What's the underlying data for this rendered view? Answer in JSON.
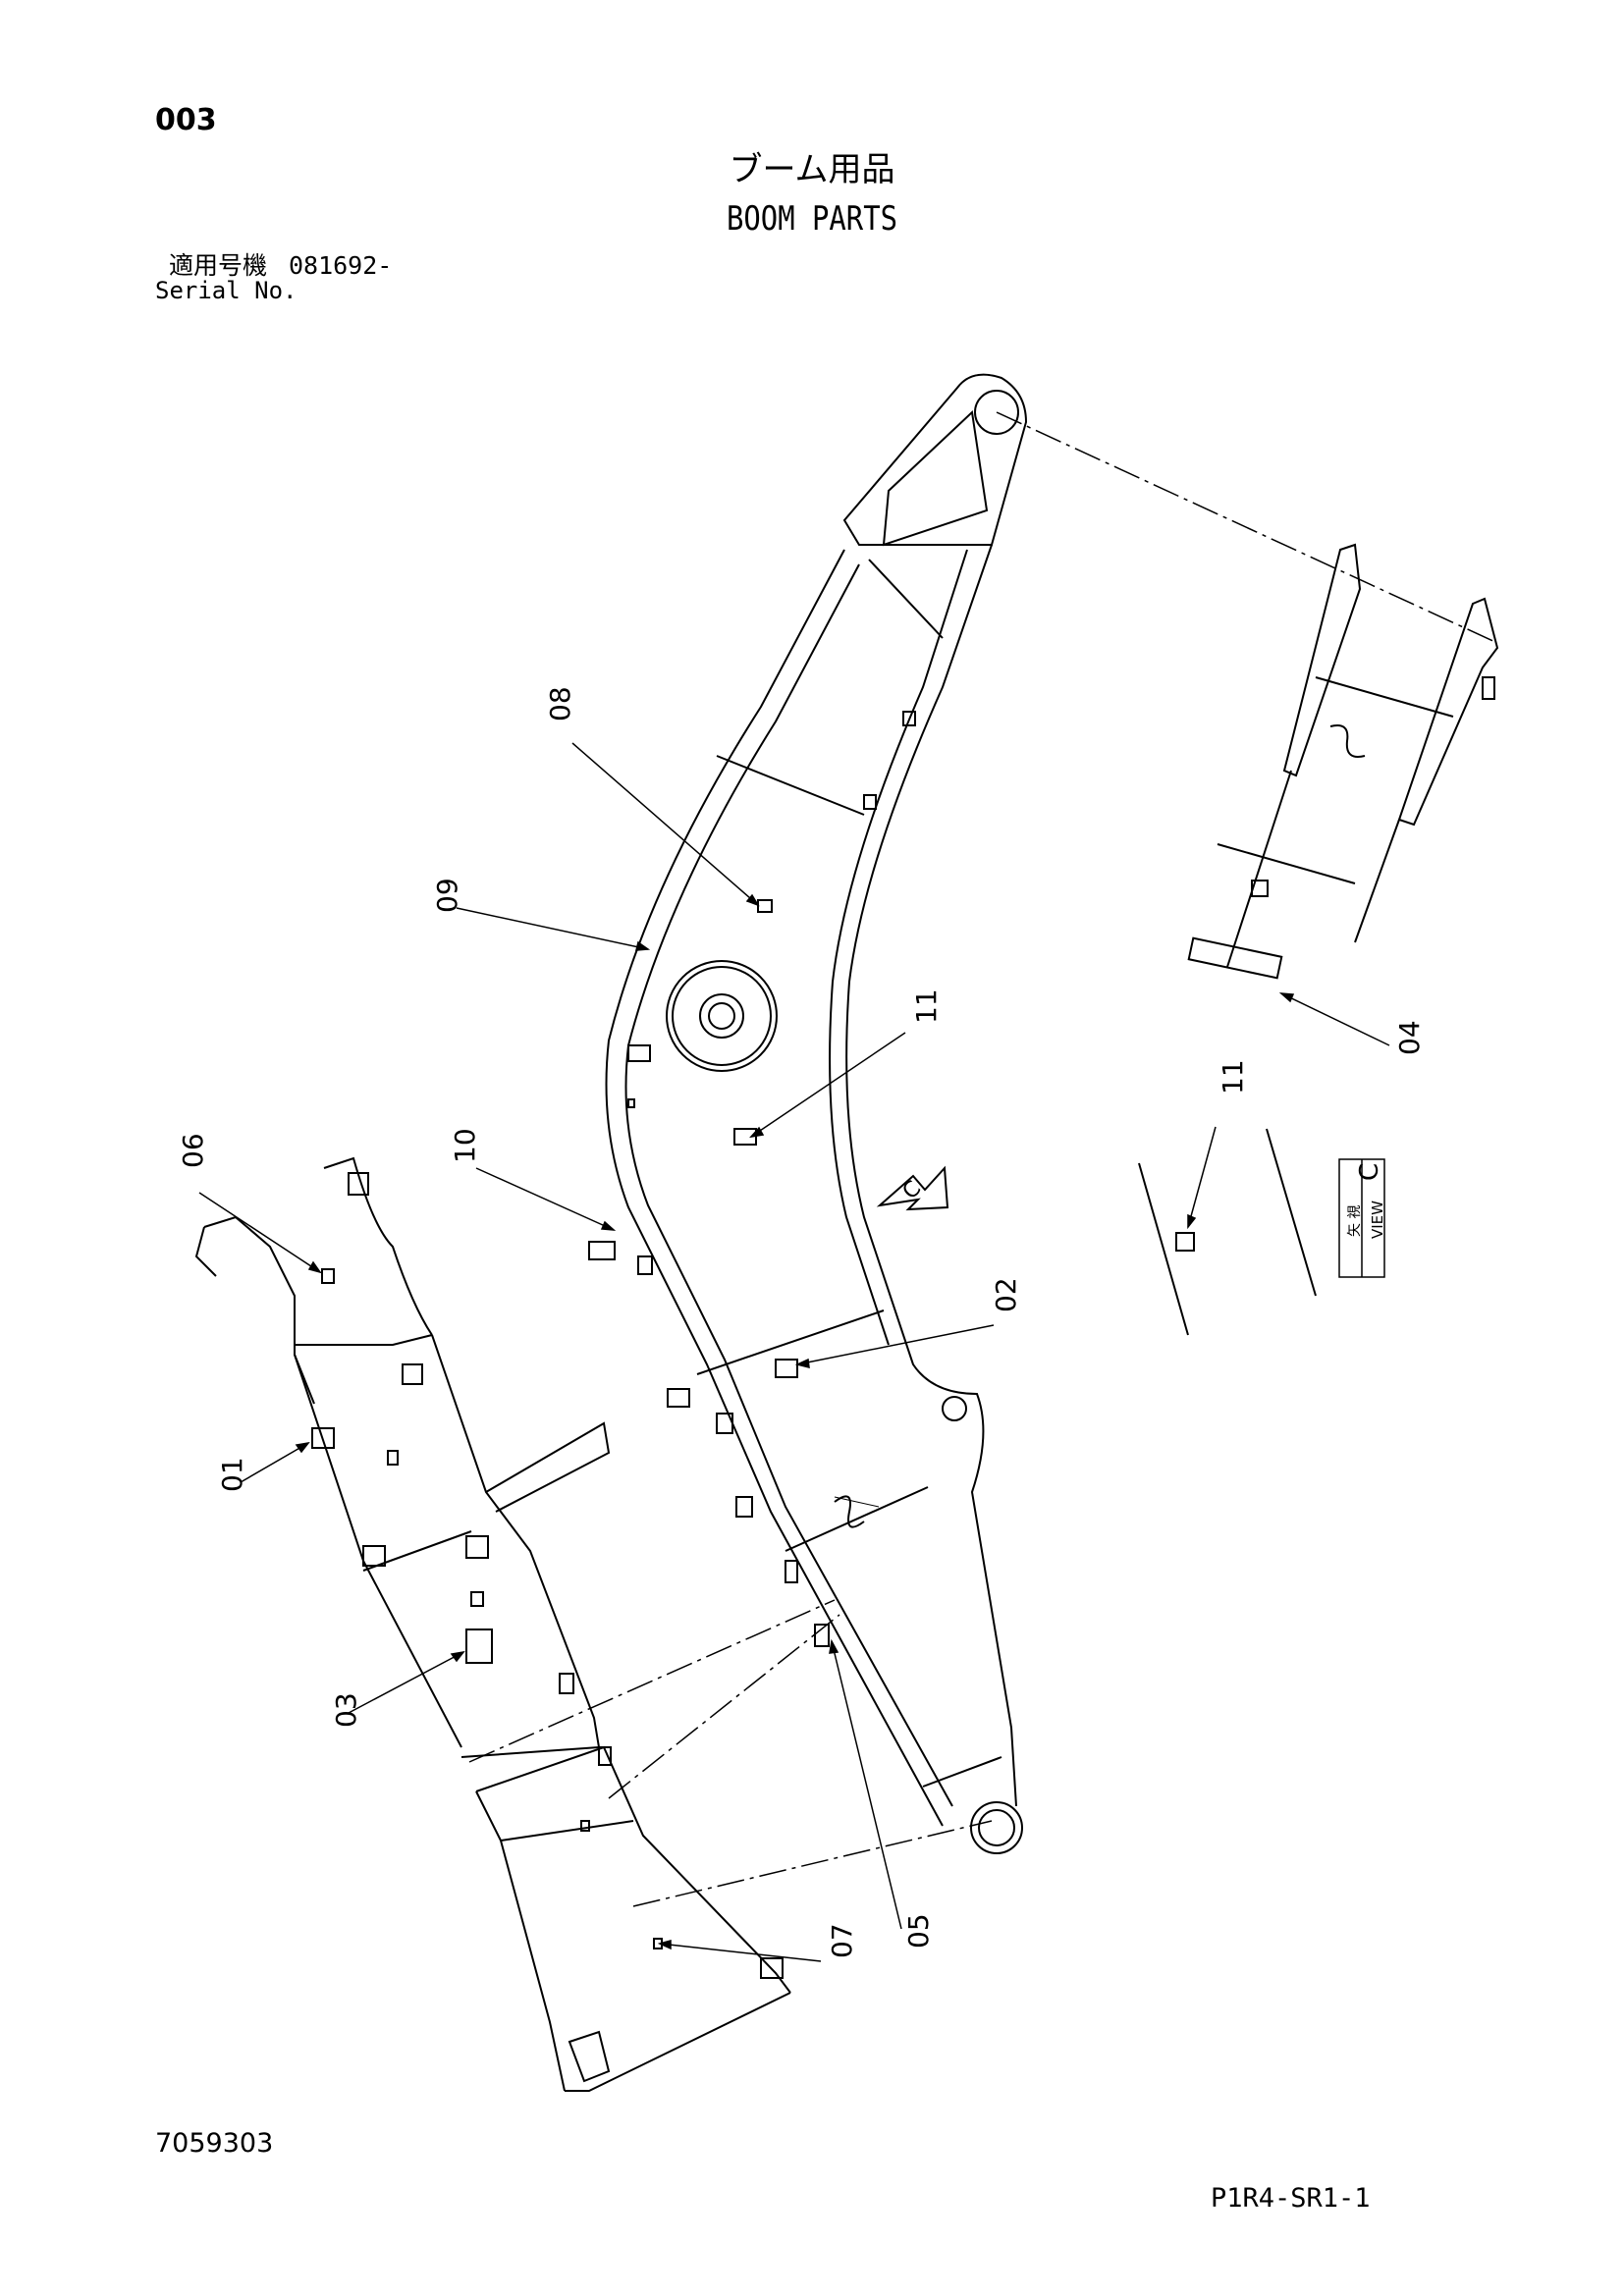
{
  "header": {
    "page_number": "003",
    "title_jp": "ブーム用品",
    "title_en": "BOOM PARTS",
    "serial_label_jp": "適用号機",
    "serial_value": "081692-",
    "serial_label_en": "Serial No."
  },
  "callouts": [
    {
      "id": "01",
      "text": "01"
    },
    {
      "id": "02",
      "text": "02"
    },
    {
      "id": "03",
      "text": "03"
    },
    {
      "id": "04",
      "text": "04"
    },
    {
      "id": "05",
      "text": "05"
    },
    {
      "id": "06",
      "text": "06"
    },
    {
      "id": "07",
      "text": "07"
    },
    {
      "id": "08",
      "text": "08"
    },
    {
      "id": "09",
      "text": "09"
    },
    {
      "id": "10",
      "text": "10"
    },
    {
      "id": "11a",
      "text": "11"
    },
    {
      "id": "11b",
      "text": "11"
    }
  ],
  "view_marker": {
    "letter": "C",
    "view_label": "VIEW",
    "view_label_jp": "矢 視"
  },
  "view_arrow_letter": "C",
  "footer": {
    "doc_number": "7059303",
    "ref_code": "P1R4-SR1-1"
  }
}
